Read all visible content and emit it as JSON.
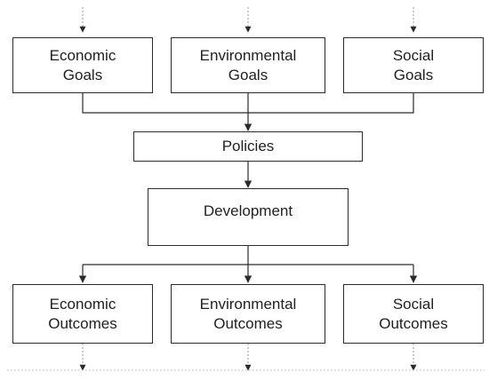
{
  "goals": [
    {
      "line1": "Economic",
      "line2": "Goals"
    },
    {
      "line1": "Environmental",
      "line2": "Goals"
    },
    {
      "line1": "Social",
      "line2": "Goals"
    }
  ],
  "policies": {
    "label": "Policies"
  },
  "development": {
    "label": "Development"
  },
  "outcomes": [
    {
      "line1": "Economic",
      "line2": "Outcomes"
    },
    {
      "line1": "Environmental",
      "line2": "Outcomes"
    },
    {
      "line1": "Social",
      "line2": "Outcomes"
    }
  ],
  "colors": {
    "line": "#2b2b2b",
    "dotted": "#9a9a9a",
    "text": "#1f1f1f"
  }
}
